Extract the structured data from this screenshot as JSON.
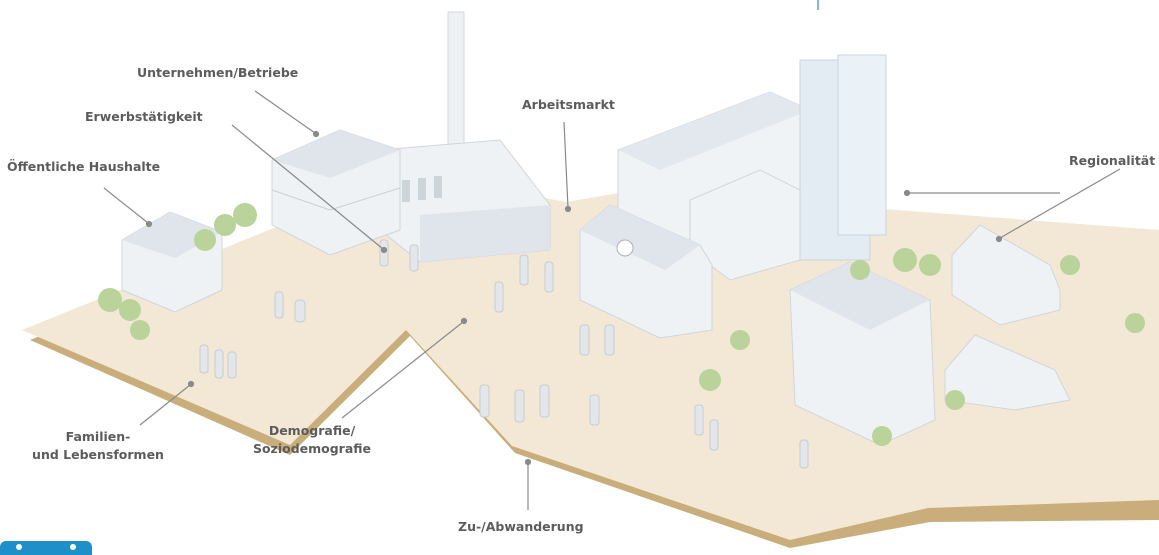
{
  "labels": {
    "unternehmen": "Unternehmen/Betriebe",
    "erwerb": "Erwerbstätigkeit",
    "haushalte": "Öffentliche Haushalte",
    "arbeitsmarkt": "Arbeitsmarkt",
    "regionalitaet": "Regionalität",
    "familien_1": "Familien-",
    "familien_2": "und Lebensformen",
    "demografie_1": "Demografie/",
    "demografie_2": "Soziodemografie",
    "zuab": "Zu-/Abwanderung"
  },
  "colors": {
    "ground": "#f3e8d6",
    "ground_edge": "#b79a66",
    "building": "#eef2f5",
    "building_shade": "#d6dde3",
    "tree": "#b9d39a",
    "leader": "#8a8a8a",
    "badge": "#1e8fc8"
  }
}
